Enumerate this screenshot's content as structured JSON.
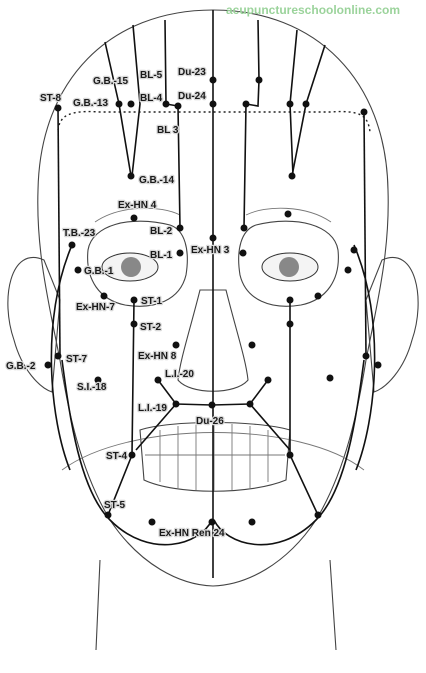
{
  "watermark": {
    "text": "acupunctureschoolonline.com",
    "color": "#9bd39b"
  },
  "colors": {
    "skull": "#d9d9d9",
    "ink": "#111111",
    "background": "#ffffff"
  },
  "labels": [
    {
      "id": "gb15",
      "text": "G.B.-15"
    },
    {
      "id": "bl5",
      "text": "BL-5"
    },
    {
      "id": "du23",
      "text": "Du-23"
    },
    {
      "id": "st8",
      "text": "ST-8"
    },
    {
      "id": "gb13",
      "text": "G.B.-13"
    },
    {
      "id": "bl4",
      "text": "BL-4"
    },
    {
      "id": "du24",
      "text": "Du-24"
    },
    {
      "id": "bl3",
      "text": "BL 3"
    },
    {
      "id": "gb14",
      "text": "G.B.-14"
    },
    {
      "id": "exhn4",
      "text": "Ex-HN 4"
    },
    {
      "id": "tb23",
      "text": "T.B.-23"
    },
    {
      "id": "bl2",
      "text": "BL-2"
    },
    {
      "id": "exhn3",
      "text": "Ex-HN 3"
    },
    {
      "id": "bl1",
      "text": "BL-1"
    },
    {
      "id": "gb1",
      "text": "G.B.-1"
    },
    {
      "id": "st1",
      "text": "ST-1"
    },
    {
      "id": "exhn7",
      "text": "Ex-HN-7"
    },
    {
      "id": "st2",
      "text": "ST-2"
    },
    {
      "id": "exhn8",
      "text": "Ex-HN 8"
    },
    {
      "id": "gb2",
      "text": "G.B.-2"
    },
    {
      "id": "st7",
      "text": "ST-7"
    },
    {
      "id": "li20",
      "text": "L.I.-20"
    },
    {
      "id": "si18",
      "text": "S.I.-18"
    },
    {
      "id": "li19",
      "text": "L.I.-19"
    },
    {
      "id": "du26",
      "text": "Du-26"
    },
    {
      "id": "st4",
      "text": "ST-4"
    },
    {
      "id": "st5",
      "text": "ST-5"
    },
    {
      "id": "exhn24",
      "text": "Ex-HN Ren 24"
    }
  ]
}
